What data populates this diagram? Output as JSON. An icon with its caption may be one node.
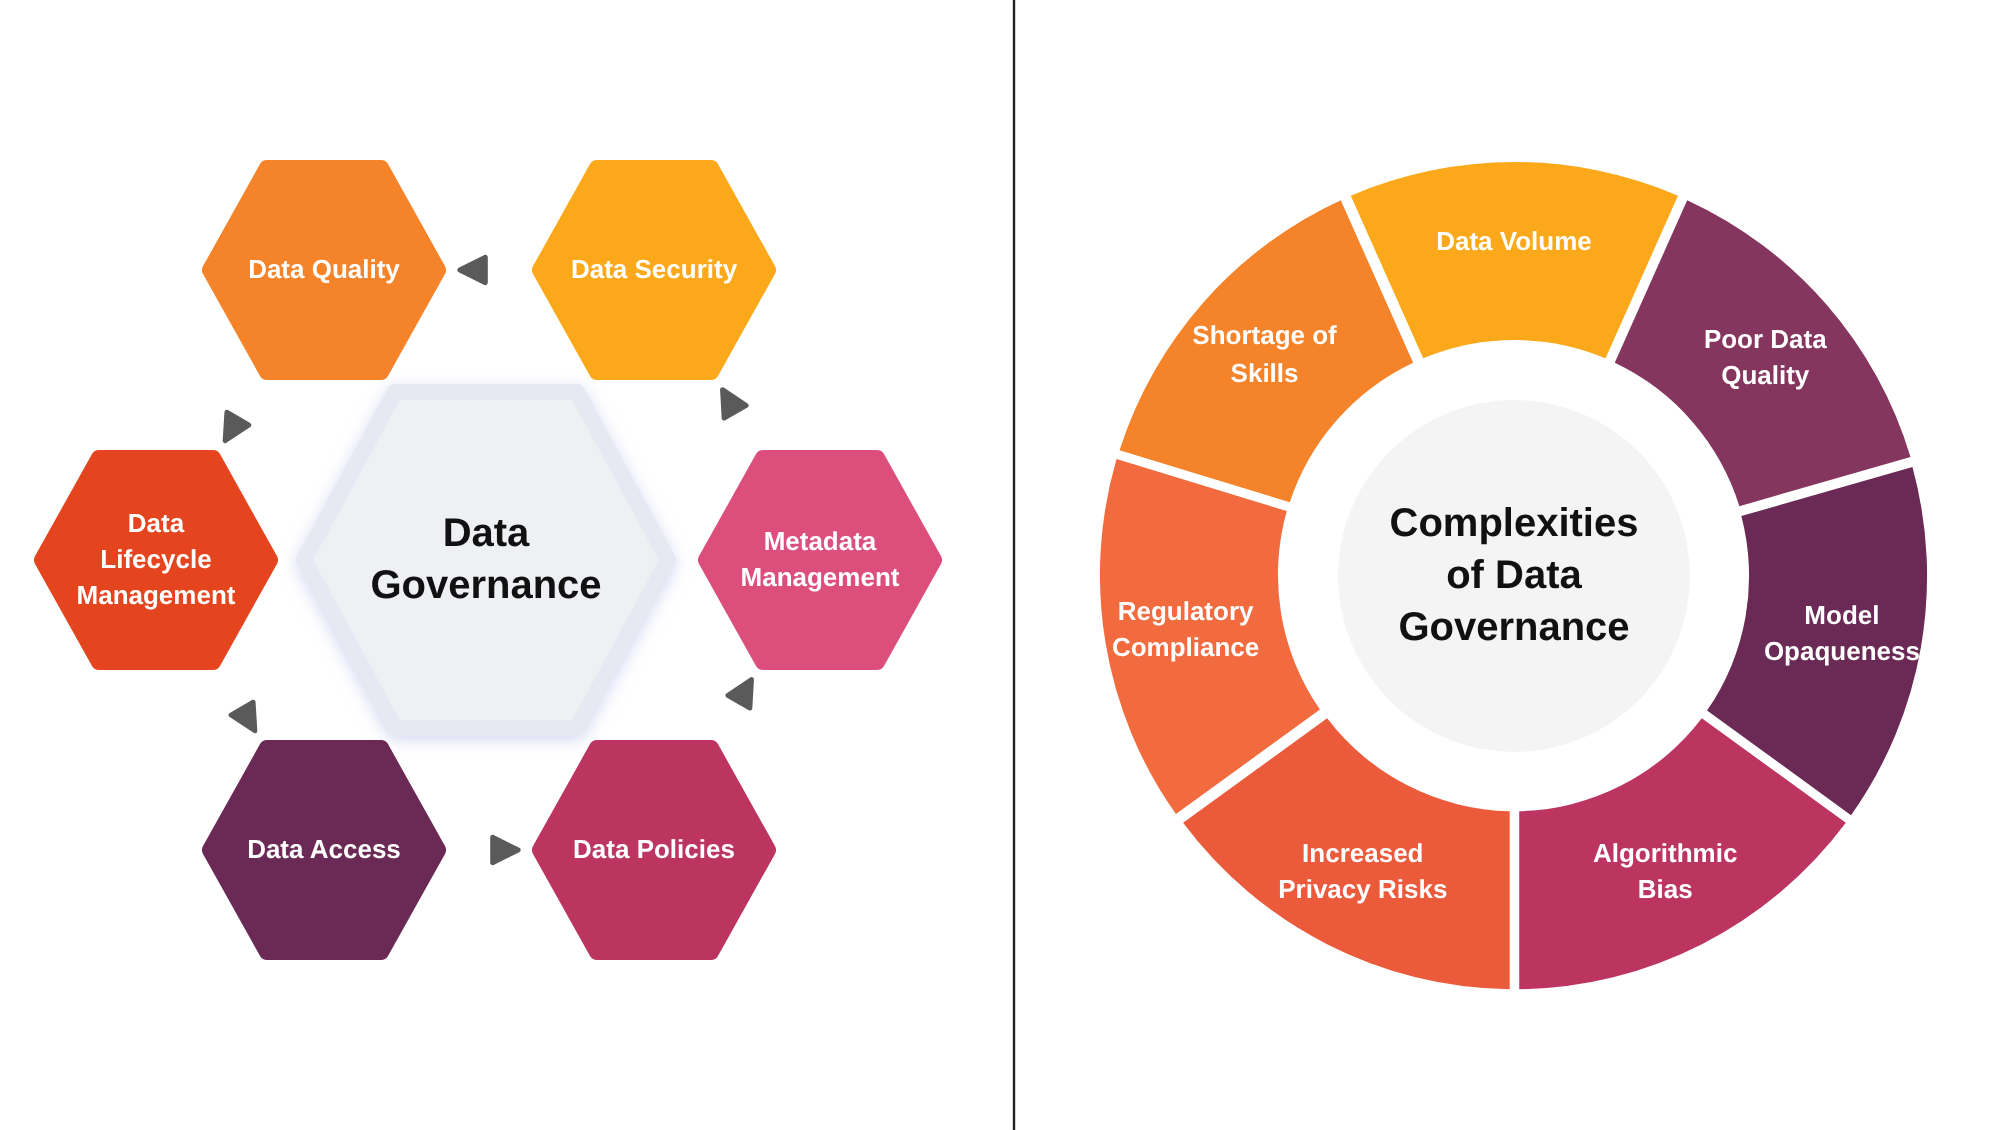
{
  "diagram": {
    "nodes": [
      {
        "text": [
          "Data Governance"
        ]
      },
      {
        "text": [
          "Data Quality"
        ]
      },
      {
        "text": [
          "Data Security"
        ]
      },
      {
        "text": [
          "Data Lifecycle Management"
        ]
      },
      {
        "text": [
          "Metadata Management"
        ]
      },
      {
        "text": [
          "Data Access"
        ]
      },
      {
        "text": [
          "Data Policies"
        ]
      },
      {
        "text": [
          "Complexities of Data Governance"
        ]
      },
      {
        "text": [
          "Data Volume"
        ]
      },
      {
        "text": [
          "Poor Data Quality"
        ]
      },
      {
        "text": [
          "Model Opaqueness"
        ]
      },
      {
        "text": [
          "Algorithmic Bias"
        ]
      },
      {
        "text": [
          "Increased Privacy Risks"
        ]
      },
      {
        "text": [
          "Regulatory Compliance"
        ]
      },
      {
        "text": [
          "Shortage of Skills"
        ]
      }
    ],
    "edges": [
      {
        "from": 2,
        "to": 1,
        "arrow": "to"
      },
      {
        "from": 1,
        "to": 3,
        "arrow": "to"
      },
      {
        "from": 3,
        "to": 5,
        "arrow": "to"
      },
      {
        "from": 5,
        "to": 6,
        "arrow": "to"
      },
      {
        "from": 6,
        "to": 4,
        "arrow": "to"
      },
      {
        "from": 4,
        "to": 2,
        "arrow": "to"
      }
    ]
  }
}
